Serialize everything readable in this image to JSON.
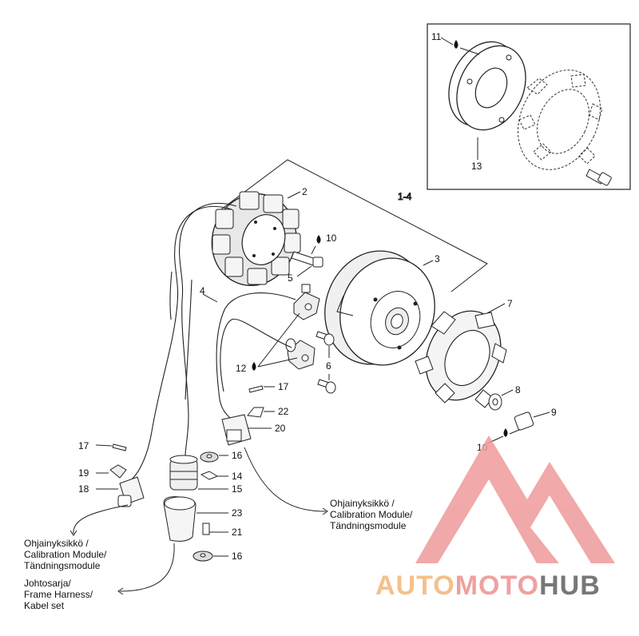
{
  "callouts": {
    "c1_4": "1-4",
    "c2": "2",
    "c3": "3",
    "c4": "4",
    "c5": "5",
    "c6": "6",
    "c7": "7",
    "c8": "8",
    "c9": "9",
    "c10a": "10",
    "c10b": "10",
    "c11": "11",
    "c12": "12",
    "c13": "13",
    "c14": "14",
    "c15": "15",
    "c16a": "16",
    "c16b": "16",
    "c17a": "17",
    "c17b": "17",
    "c18": "18",
    "c19": "19",
    "c20": "20",
    "c21": "21",
    "c22": "22",
    "c23": "23"
  },
  "notes": {
    "module_right": [
      "Ohjainyksikkö /",
      "Calibration Module/",
      "Tändningsmodule"
    ],
    "module_left": [
      "Ohjainyksikkö /",
      "Calibration Module/",
      "Tändningsmodule"
    ],
    "harness": [
      "Johtosarja/",
      "Frame Harness/",
      "Kabel set"
    ]
  },
  "watermark": {
    "part1": "AUTO",
    "part2": "MOTO",
    "part3": "HUB",
    "color1": "#f5c08a",
    "color2": "#f0a0a0",
    "color3": "#777777",
    "logo_color": "#ee9a9a"
  }
}
